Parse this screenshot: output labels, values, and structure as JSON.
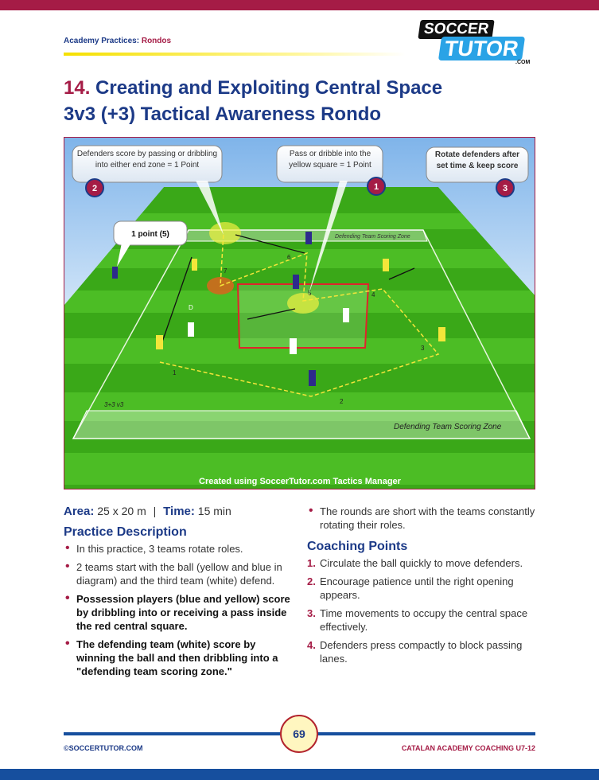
{
  "header": {
    "section_prefix": "Academy Practices:",
    "section_name": "Rondos",
    "logo_top": "SOCCER",
    "logo_bottom": "TUTOR",
    "logo_suffix": ".COM"
  },
  "title": {
    "number": "14.",
    "line1": "Creating and Exploiting Central Space",
    "line2": "3v3 (+3) Tactical Awareness Rondo"
  },
  "diagram": {
    "callouts": [
      {
        "text": "Defenders score by passing or dribbling into either end zone = 1 Point",
        "badge": "2"
      },
      {
        "text": "Pass or dribble into the yellow square = 1 Point",
        "badge": "1"
      },
      {
        "text": "Rotate defenders after set time & keep score",
        "badge": "3"
      }
    ],
    "point_label": "1 point (5)",
    "zone_top": "Defending Team Scoring Zone",
    "zone_bottom": "Defending Team Scoring Zone",
    "format": "3+3 v3",
    "pass_numbers": [
      "1",
      "2",
      "3",
      "4",
      "5",
      "6",
      "7"
    ],
    "defender_label": "D",
    "credit": "Created using SoccerTutor.com Tactics Manager",
    "colors": {
      "field": "#3fae1c",
      "red_square": "#e0242c",
      "blue_team": "#2d2a8c",
      "yellow_team": "#f3e63a",
      "white_team": "#ffffff"
    }
  },
  "info": {
    "area_label": "Area:",
    "area_value": "25 x 20 m",
    "sep": "|",
    "time_label": "Time:",
    "time_value": "15 min"
  },
  "practice": {
    "heading": "Practice Description",
    "items": [
      "In this practice, 3 teams rotate roles.",
      "2 teams start with the ball (yellow and blue in diagram) and the third team (white) defend.",
      "Possession players (blue and yellow) score by dribbling into or receiving a pass inside the red central square.",
      "The defending team (white) score by winning the ball and then dribbling into a \"defending team scoring zone.\"",
      "The rounds are short with the teams constantly rotating their roles."
    ]
  },
  "coaching": {
    "heading": "Coaching Points",
    "items": [
      {
        "n": "1.",
        "t": "Circulate the ball quickly to move defenders."
      },
      {
        "n": "2.",
        "t": "Encourage patience until the right opening appears."
      },
      {
        "n": "3.",
        "t": "Time movements to occupy the central space effectively."
      },
      {
        "n": "4.",
        "t": "Defenders press compactly to block passing lanes."
      }
    ]
  },
  "footer": {
    "copyright": "©SOCCERTUTOR.COM",
    "page": "69",
    "book": "CATALAN ACADEMY COACHING U7-12"
  }
}
